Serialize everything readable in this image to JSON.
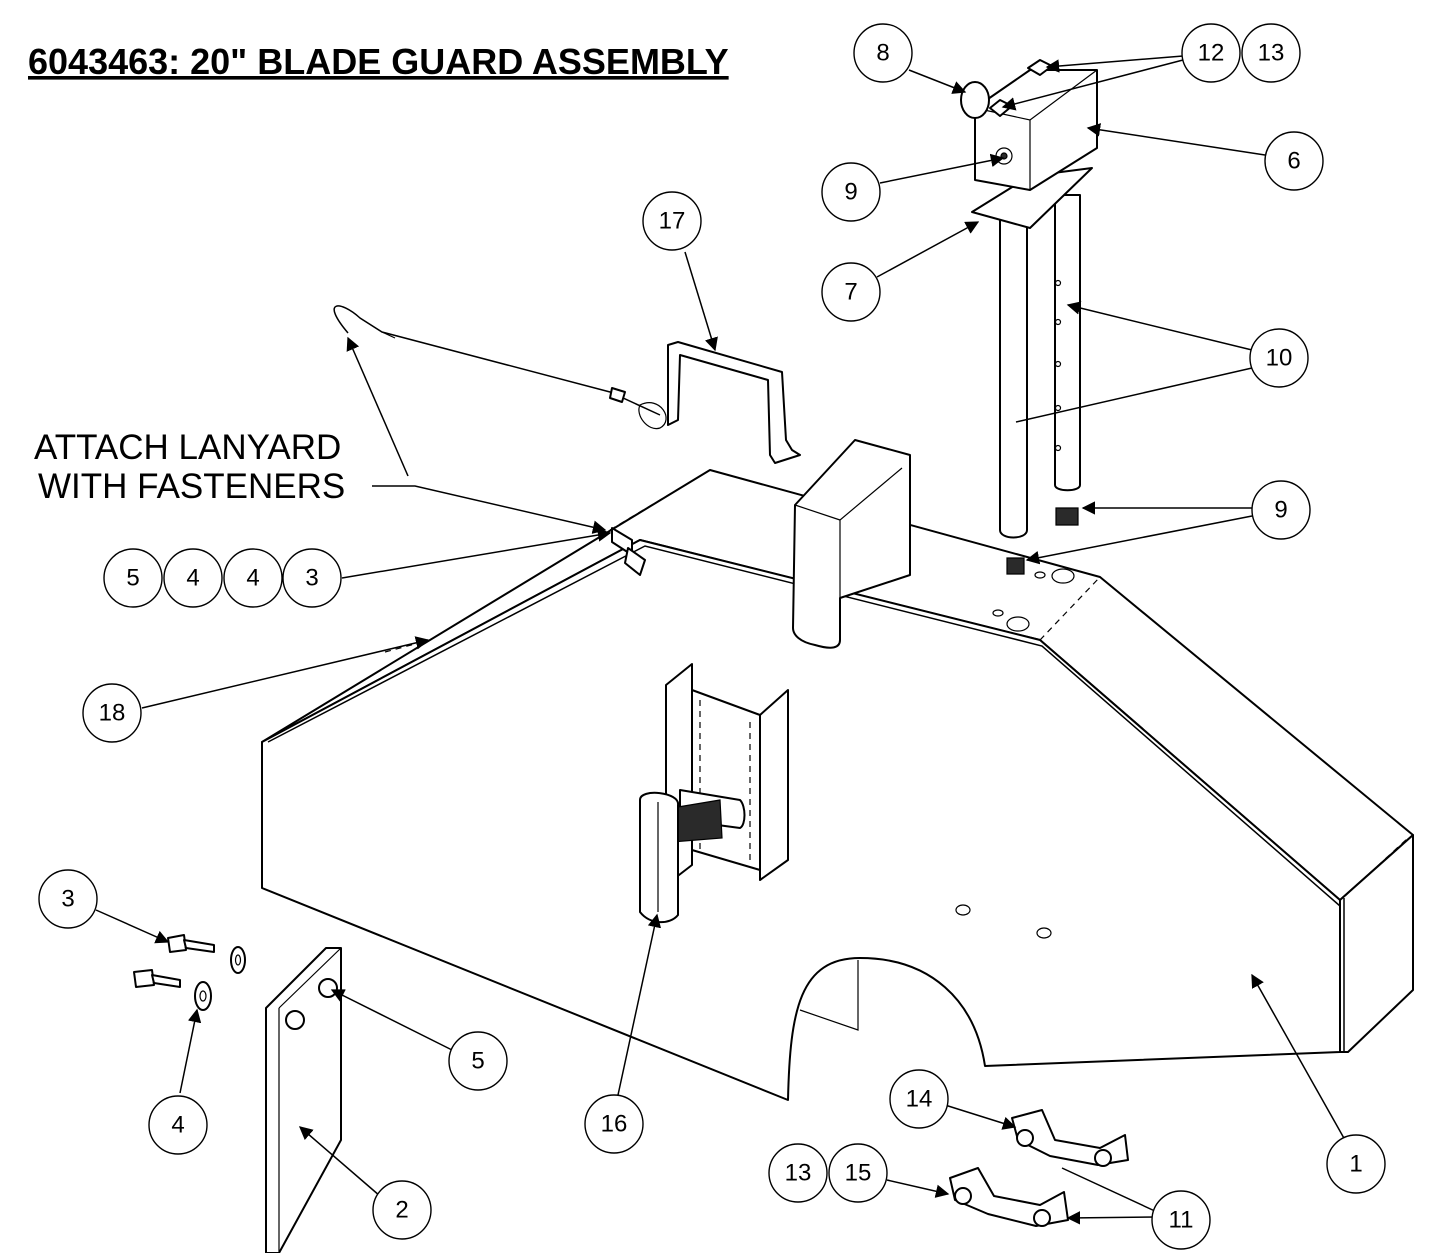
{
  "title": "6043463:  20\" BLADE GUARD ASSEMBLY",
  "note": [
    "ATTACH LANYARD",
    "WITH FASTENERS"
  ],
  "callouts": {
    "c8": "8",
    "c12": "12",
    "c13a": "13",
    "c6": "6",
    "c9a": "9",
    "c7": "7",
    "c17": "17",
    "c10": "10",
    "c9b": "9",
    "c5a": "5",
    "c4a": "4",
    "c4b": "4",
    "c3a": "3",
    "c18": "18",
    "c3b": "3",
    "c4c": "4",
    "c5b": "5",
    "c2": "2",
    "c16": "16",
    "c14": "14",
    "c13b": "13",
    "c15": "15",
    "c11": "11",
    "c1": "1"
  }
}
